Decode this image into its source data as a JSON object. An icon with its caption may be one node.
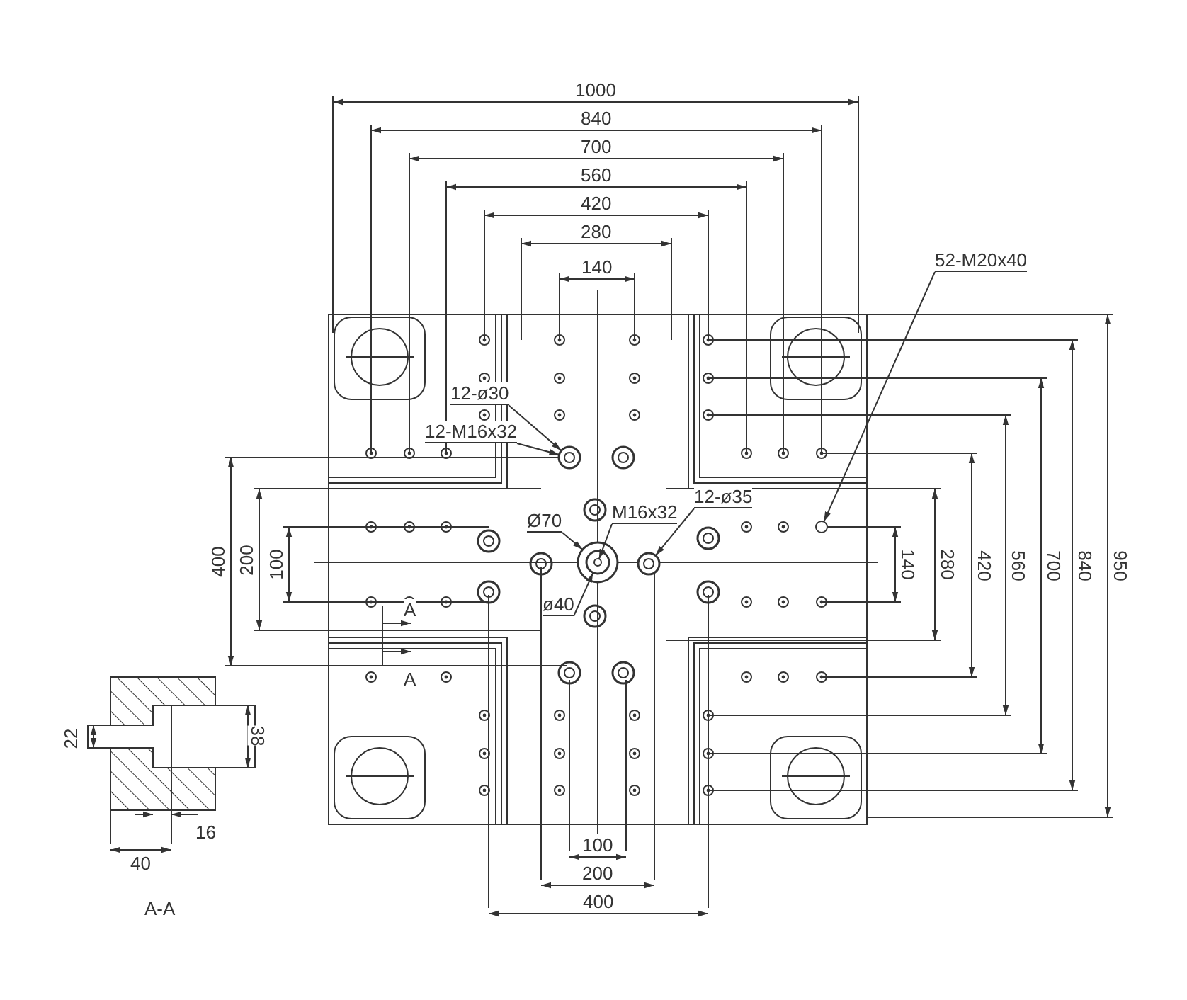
{
  "diagram": {
    "nodes": [
      {
        "text": [
          "52-M20x40"
        ]
      },
      {
        "text": [],
        "shape": "circle"
      },
      {
        "text": [
          "12-ø30"
        ]
      },
      {
        "text": [
          "12-M16x32"
        ]
      },
      {
        "text": [],
        "shape": "circle"
      },
      {
        "text": [
          "M16x32"
        ]
      },
      {
        "text": [
          "Ø70"
        ]
      },
      {
        "text": [
          "ø40"
        ]
      },
      {
        "text": [],
        "shape": "circle"
      },
      {
        "text": [],
        "shape": "circle",
        "in": 8
      },
      {
        "text": [],
        "shape": "circle",
        "in": 9
      },
      {
        "text": [
          "12-ø35"
        ]
      },
      {
        "text": [],
        "shape": "circle"
      }
    ],
    "edges": [
      {
        "from": 0,
        "to": 1,
        "arrow": "to"
      },
      {
        "from": 2,
        "to": 4,
        "arrow": "to"
      },
      {
        "from": 3,
        "to": 4,
        "arrow": "to"
      },
      {
        "from": 5,
        "to": 10,
        "arrow": "to"
      },
      {
        "from": 6,
        "to": 8,
        "arrow": "to"
      },
      {
        "from": 7,
        "to": 9,
        "arrow": "to"
      },
      {
        "from": 11,
        "to": 12,
        "arrow": "to"
      }
    ],
    "labels": [
      "1000",
      "840",
      "700",
      "560",
      "420",
      "280",
      "140",
      "400",
      "200",
      "100",
      "140",
      "280",
      "420",
      "560",
      "700",
      "840",
      "950",
      "A",
      "A",
      "22",
      "38",
      "40",
      "16",
      "A-A",
      "100",
      "200",
      "400"
    ]
  }
}
